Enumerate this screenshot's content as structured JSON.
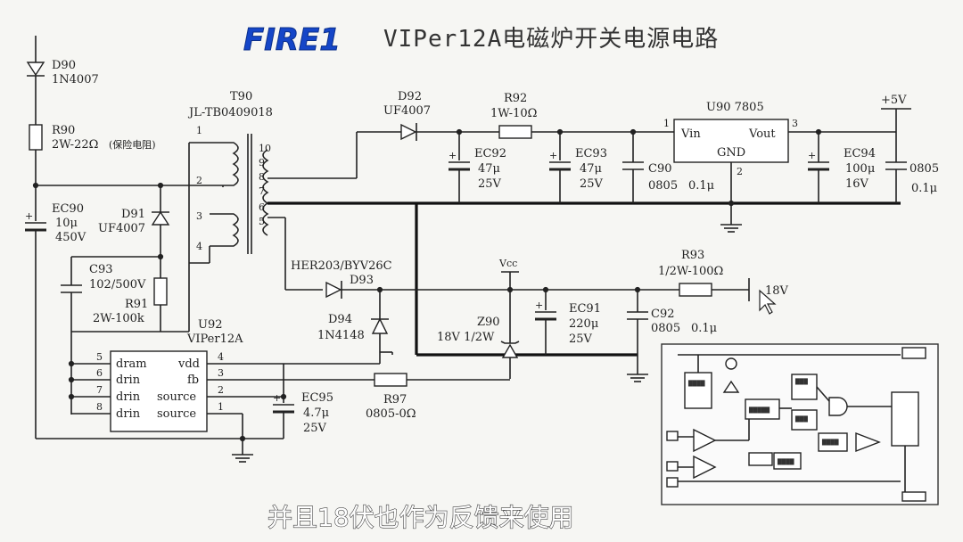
{
  "header": {
    "logo": "FIRE1",
    "title": "VIPer12A电磁炉开关电源电路"
  },
  "subtitle": "并且18伏也作为反馈来使用",
  "labels": {
    "D90": "D90",
    "D90v": "1N4007",
    "R90": "R90",
    "R90v": "2W-22Ω",
    "R90n": "(保险电阻)",
    "EC90": "EC90",
    "EC90v1": "10μ",
    "EC90v2": "450V",
    "D91": "D91",
    "D91v": "UF4007",
    "C93": "C93",
    "C93v": "102/500V",
    "R91": "R91",
    "R91v": "2W-100k",
    "T90": "T90",
    "T90v": "JL-TB0409018",
    "p1": "1",
    "p2": "2",
    "p3": "3",
    "p4": "4",
    "p5": "5",
    "p6": "6",
    "p7": "7",
    "p8": "8",
    "p9": "9",
    "p10": "10",
    "D92": "D92",
    "D92v": "UF4007",
    "R92": "R92",
    "R92v": "1W-10Ω",
    "EC92": "EC92",
    "EC92v1": "47μ",
    "EC92v2": "25V",
    "EC93": "EC93",
    "EC93v1": "47μ",
    "EC93v2": "25V",
    "C90": "C90",
    "C90v1": "0805",
    "C90v2": "0.1μ",
    "U90": "U90 7805",
    "Vin": "Vin",
    "Vout": "Vout",
    "GND": "GND",
    "u1": "1",
    "u2": "2",
    "u3": "3",
    "EC94": "EC94",
    "EC94v1": "100μ",
    "EC94v2": "16V",
    "C0805": "0805",
    "C0805v": "0.1μ",
    "V5": "+5V",
    "D93": "D93",
    "D93v": "HER203/BYV26C",
    "Vcc": "Vcc",
    "R93": "R93",
    "R93v": "1/2W-100Ω",
    "V18": "18V",
    "U92": "U92",
    "U92v": "VIPer12A",
    "D94": "D94",
    "D94v": "1N4148",
    "Z90": "Z90",
    "Z90v": "18V 1/2W",
    "EC91": "EC91",
    "EC91v1": "220μ",
    "EC91v2": "25V",
    "C92": "C92",
    "C92v1": "0805",
    "C92v2": "0.1μ",
    "pin_dram": "dram",
    "pin_drin1": "drin",
    "pin_drin2": "drin",
    "pin_drin3": "drin",
    "pin_vdd": "vdd",
    "pin_fb": "fb",
    "pin_source1": "source",
    "pin_source2": "source",
    "EC95": "EC95",
    "EC95v1": "4.7μ",
    "EC95v2": "25V",
    "R97": "R97",
    "R97v": "0805-0Ω"
  }
}
